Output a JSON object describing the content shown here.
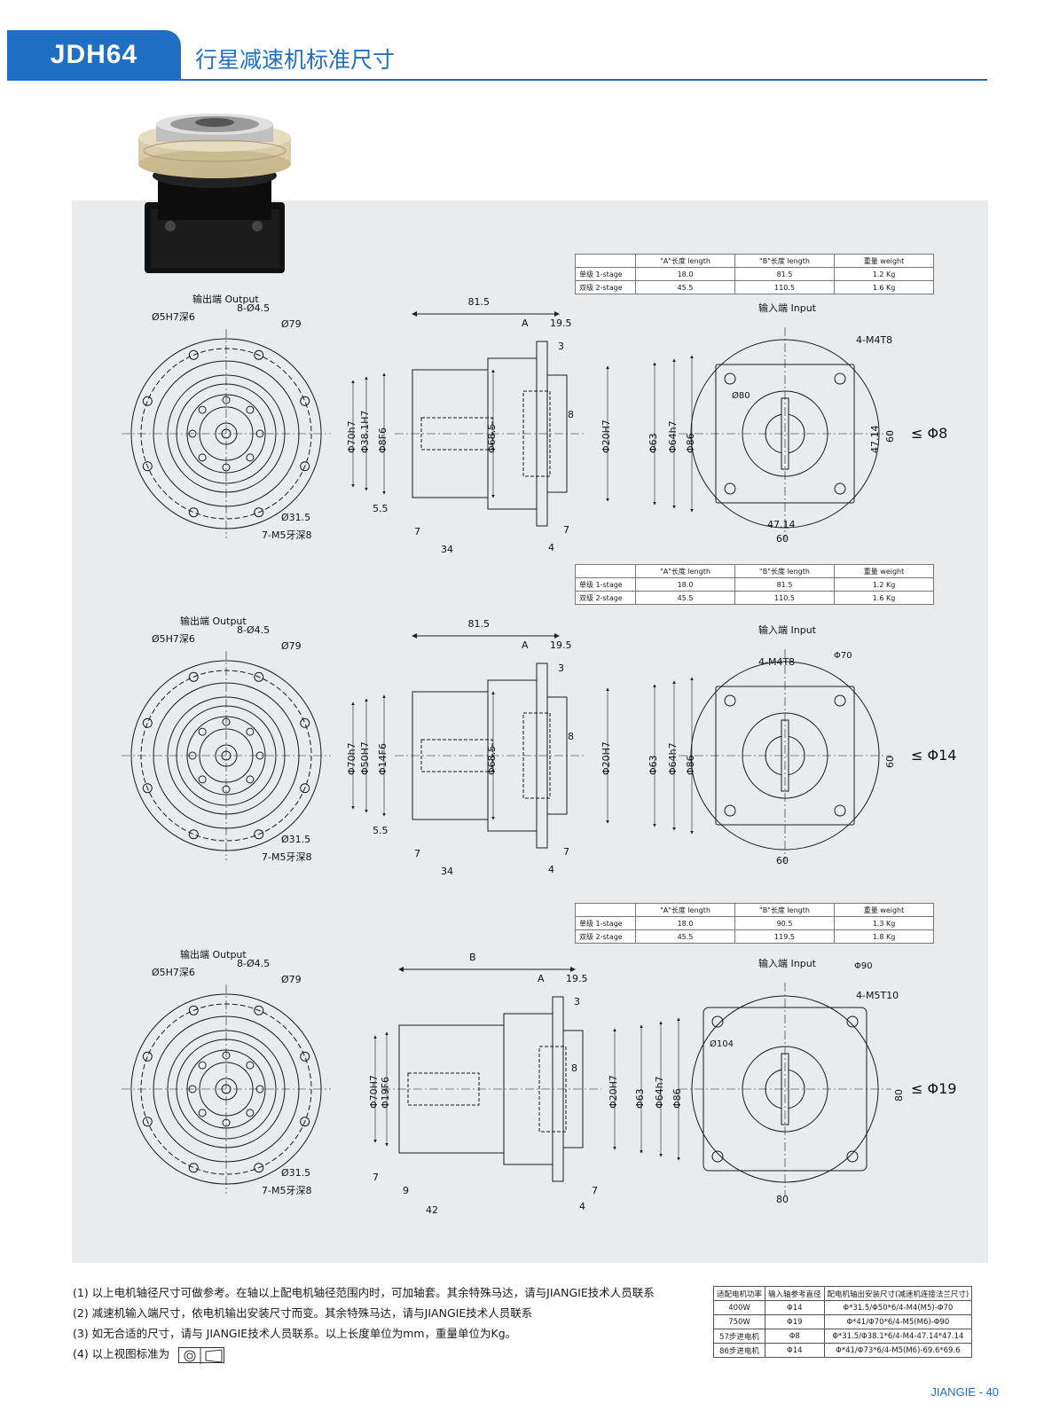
{
  "header": {
    "model": "JDH64",
    "title": "行星减速机标准尺寸"
  },
  "spec_tables": [
    {
      "headers": [
        "",
        "\"A\"长度 length",
        "\"B\"长度 length",
        "重量 weight"
      ],
      "rows": [
        [
          "单级 1-stage",
          "18.0",
          "81.5",
          "1.2 Kg"
        ],
        [
          "双级 2-stage",
          "45.5",
          "110.5",
          "1.6 Kg"
        ]
      ]
    },
    {
      "headers": [
        "",
        "\"A\"长度 length",
        "\"B\"长度 length",
        "重量 weight"
      ],
      "rows": [
        [
          "单级 1-stage",
          "18.0",
          "81.5",
          "1.2 Kg"
        ],
        [
          "双级 2-stage",
          "45.5",
          "110.5",
          "1.6 Kg"
        ]
      ]
    },
    {
      "headers": [
        "",
        "\"A\"长度 length",
        "\"B\"长度 length",
        "重量 weight"
      ],
      "rows": [
        [
          "单级 1-stage",
          "18.0",
          "90.5",
          "1.3 Kg"
        ],
        [
          "双级 2-stage",
          "45.5",
          "119.5",
          "1.8 Kg"
        ]
      ]
    }
  ],
  "views": [
    {
      "output_label": "输出端 Output",
      "input_label": "输入端 Input",
      "output_dims": [
        "Ø5H7深6",
        "8-Ø4.5",
        "Ø79",
        "Ø31.5",
        "7-M5牙深8"
      ],
      "side_dims": [
        "81.5",
        "A",
        "19.5",
        "3",
        "Φ70h7",
        "Φ38.1H7",
        "Φ8F6",
        "Φ68.5",
        "8",
        "Φ20H7",
        "Φ63",
        "Φ64h7",
        "Φ86",
        "5.5",
        "7",
        "34",
        "7",
        "4"
      ],
      "input_dims": [
        "4-M4T8",
        "Ø80",
        "47.14",
        "60",
        "≤ Φ8",
        "47.14",
        "60"
      ]
    },
    {
      "output_label": "输出端 Output",
      "input_label": "输入端 Input",
      "output_dims": [
        "Ø5H7深6",
        "8-Ø4.5",
        "Ø79",
        "Ø31.5",
        "7-M5牙深8"
      ],
      "side_dims": [
        "81.5",
        "A",
        "19.5",
        "3",
        "Φ70h7",
        "Φ50H7",
        "Φ14F6",
        "Φ68.5",
        "8",
        "Φ20H7",
        "Φ63",
        "Φ64h7",
        "Φ86",
        "5.5",
        "7",
        "34",
        "7",
        "4"
      ],
      "input_dims": [
        "4-M4T8",
        "Φ70",
        "60",
        "≤ Φ14",
        "60"
      ]
    },
    {
      "output_label": "输出端 Output",
      "input_label": "输入端 Input",
      "output_dims": [
        "Ø5H7深6",
        "8-Ø4.5",
        "Ø79",
        "Ø31.5",
        "7-M5牙深8"
      ],
      "side_dims": [
        "B",
        "A",
        "19.5",
        "3",
        "Φ70H7",
        "Φ19F6",
        "8",
        "Φ20H7",
        "Φ63",
        "Φ64h7",
        "Φ86",
        "7",
        "9",
        "42",
        "7",
        "4"
      ],
      "input_dims": [
        "4-M5T10",
        "Φ90",
        "Ø104",
        "80",
        "≤ Φ19",
        "80"
      ]
    }
  ],
  "notes": [
    "(1) 以上电机轴径尺寸可做参考。在轴以上配电机轴径范围内时，可加轴套。其余特殊马达，请与JIANGIE技术人员联系",
    "(2) 减速机输入端尺寸，依电机输出安装尺寸而变。其余特殊马达，请与JIANGIE技术人员联系",
    "(3) 如无合适的尺寸，请与  JIANGIE技术人员联系。以上长度单位为mm，重量单位为Kg。",
    "(4) 以上视图标准为"
  ],
  "motor_table": {
    "headers": [
      "适配电机功率",
      "输入轴参考直径",
      "配电机轴出安装尺寸(减速机连接法兰尺寸)"
    ],
    "rows": [
      [
        "400W",
        "Φ14",
        "Φ*31.5/Φ50*6/4-M4(M5)-Φ70"
      ],
      [
        "750W",
        "Φ19",
        "Φ*41/Φ70*6/4-M5(M6)-Φ90"
      ],
      [
        "57步进电机",
        "Φ8",
        "Φ*31.5/Φ38.1*6/4-M4-47.14*47.14"
      ],
      [
        "86步进电机",
        "Φ14",
        "Φ*41/Φ73*6/4-M5(M6)-69.6*69.6"
      ]
    ]
  },
  "footer": {
    "brand": "JIANGIE",
    "page": "40"
  },
  "colors": {
    "accent": "#1f6fc4",
    "panel": "#e9ecef"
  }
}
